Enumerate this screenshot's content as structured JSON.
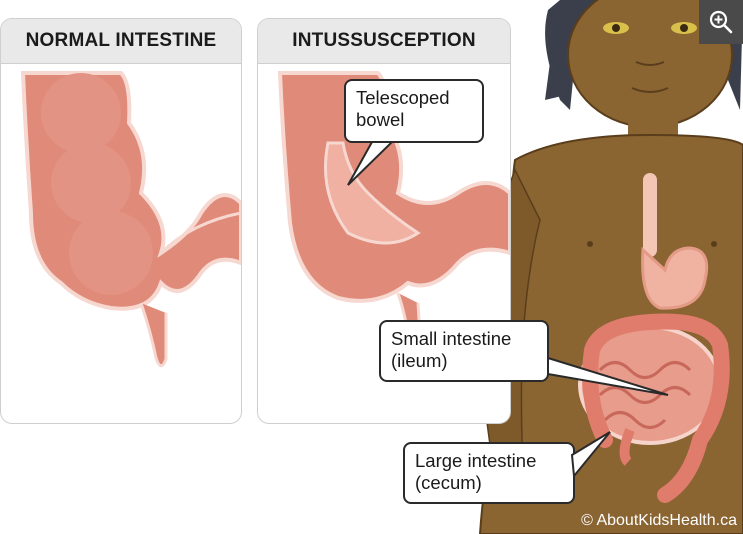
{
  "panels": {
    "normal": {
      "title": "NORMAL INTESTINE"
    },
    "intussusception": {
      "title": "INTUSSUSCEPTION"
    }
  },
  "callouts": {
    "telescoped": [
      "Telescoped",
      "bowel"
    ],
    "small_intestine": [
      "Small intestine",
      "(ileum)"
    ],
    "large_intestine": [
      "Large intestine",
      "(cecum)"
    ]
  },
  "copyright": "© AboutKidsHealth.ca",
  "icons": {
    "zoom": "zoom-in-icon"
  },
  "colors": {
    "skin": "#8a6431",
    "intestine_fill": "#e08a7a",
    "intestine_outline": "#f7d8d0",
    "panel_header": "#e9e9ea"
  }
}
